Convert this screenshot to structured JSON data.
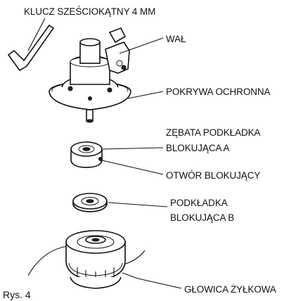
{
  "labels": {
    "hex_key": "KLUCZ SZEŚCIOKĄTNY 4 MM",
    "shaft": "WAŁ",
    "cover": "POKRYWA OCHRONNA",
    "washer_a_line1": "ZĘBATA PODKŁADKA",
    "washer_a_line2": "BLOKUJĄCA A",
    "lock_hole": "OTWÓR BLOKUJĄCY",
    "washer_b_line1": "PODKŁADKA",
    "washer_b_line2": "BLOKUJĄCA B",
    "head": "GŁOWICA ŻYŁKOWA"
  },
  "figure_caption": "Rys. 4"
}
